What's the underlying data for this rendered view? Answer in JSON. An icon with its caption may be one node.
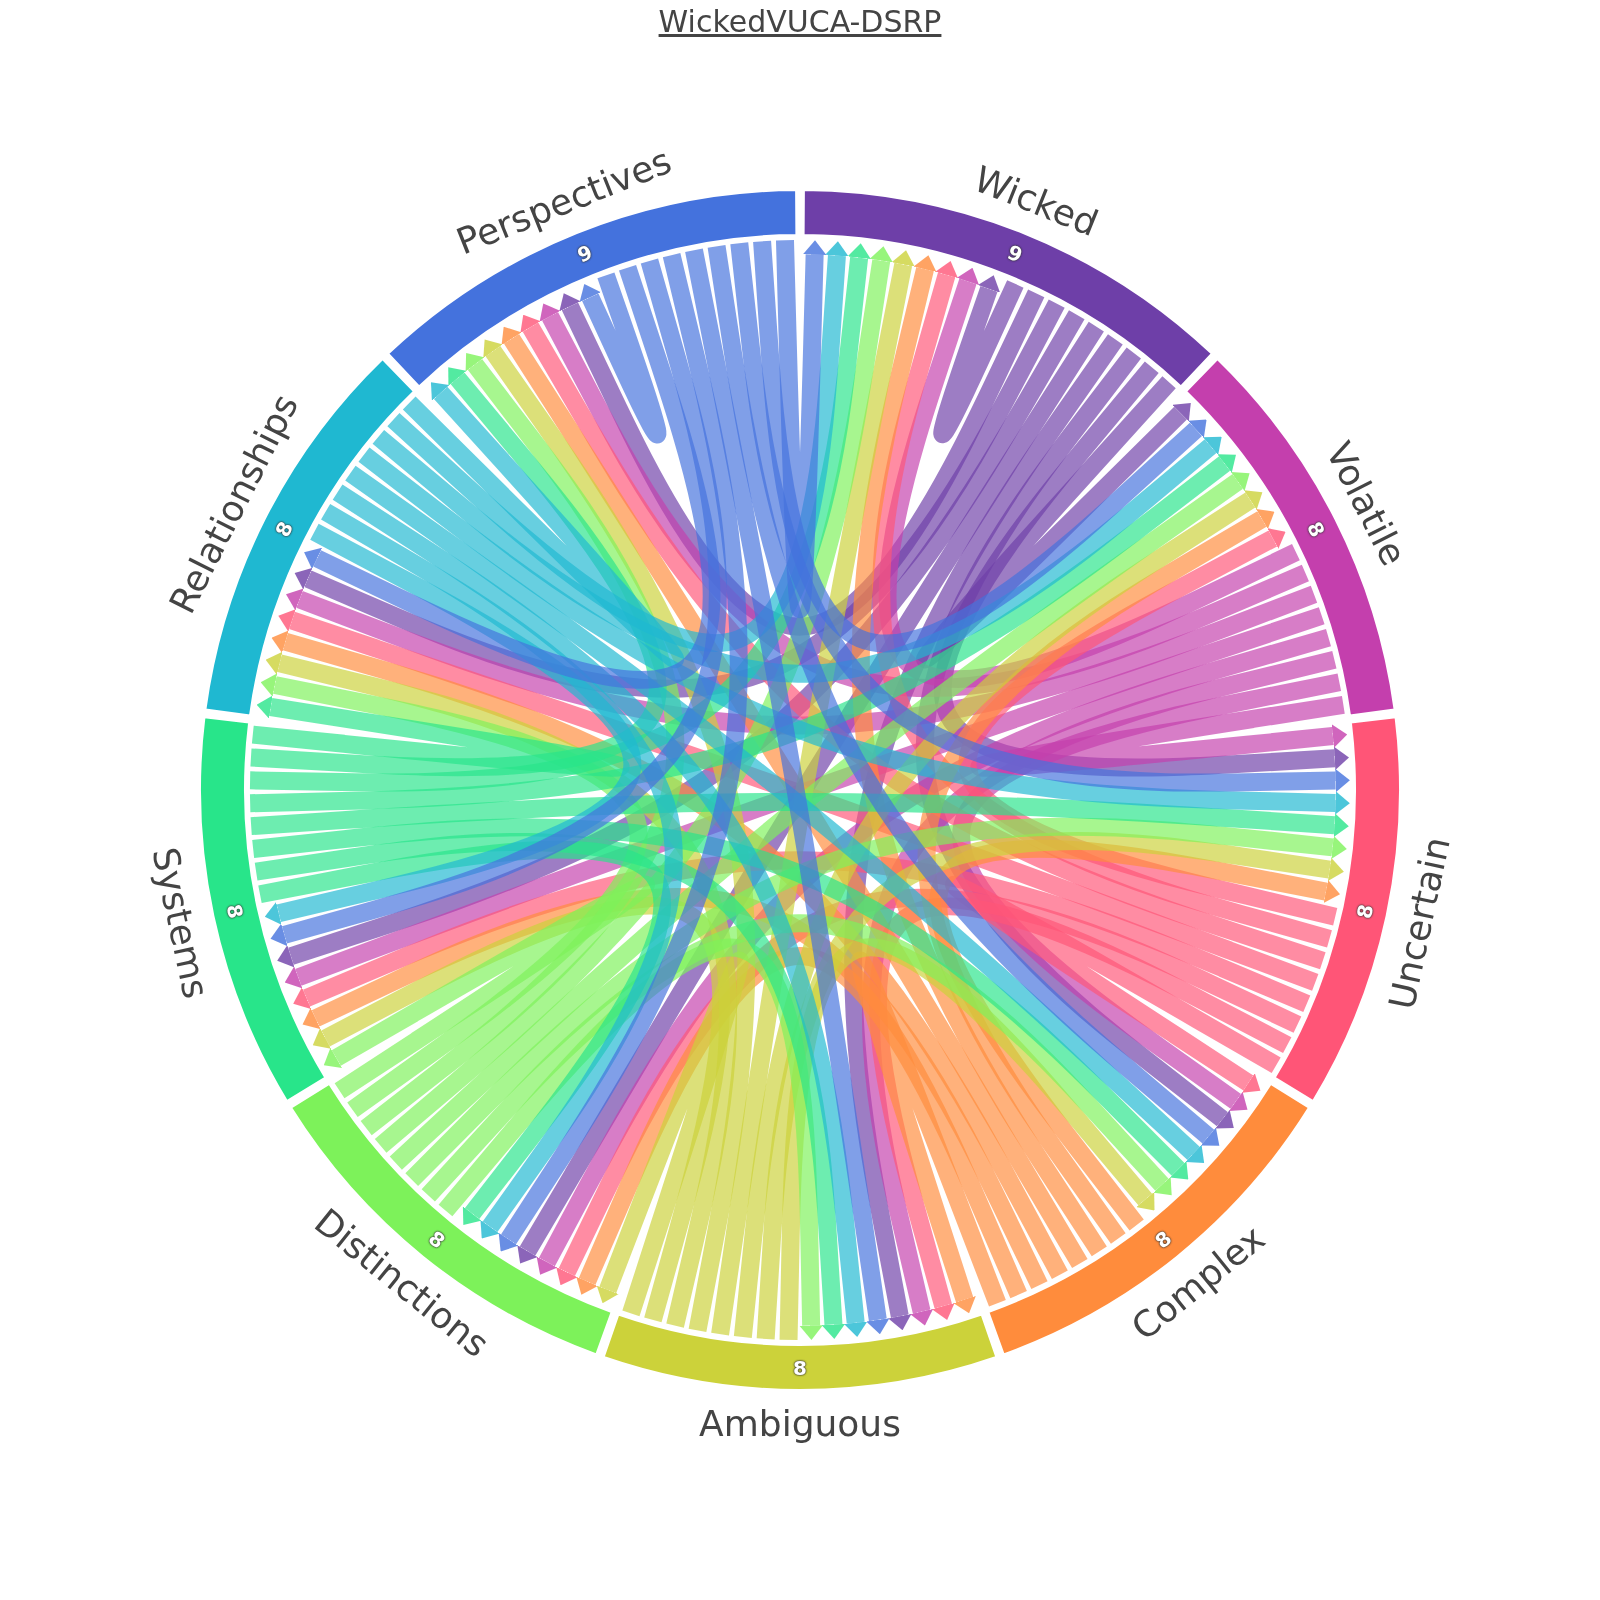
{
  "diagram": {
    "title": "WickedVUCA-DSRP",
    "nodes": [
      {
        "text": [
          "Wicked",
          "9"
        ]
      },
      {
        "text": [
          "Volatile",
          "8"
        ]
      },
      {
        "text": [
          "Uncertain",
          "8"
        ]
      },
      {
        "text": [
          "Complex",
          "8"
        ]
      },
      {
        "text": [
          "8",
          "Ambiguous"
        ]
      },
      {
        "text": [
          "Distinctions",
          "8"
        ]
      },
      {
        "text": [
          "Systems",
          "8"
        ]
      },
      {
        "text": [
          "Relationships",
          "8"
        ]
      },
      {
        "text": [
          "Perspectives",
          "9"
        ]
      }
    ],
    "edges": [
      {
        "from": 0,
        "to": 0,
        "arrow": "to",
        "color": "#6e3fa8"
      },
      {
        "from": 0,
        "to": 1,
        "arrow": "to",
        "color": "#6e3fa8"
      },
      {
        "from": 0,
        "to": 2,
        "arrow": "to",
        "color": "#6e3fa8"
      },
      {
        "from": 0,
        "to": 3,
        "arrow": "to",
        "color": "#6e3fa8"
      },
      {
        "from": 0,
        "to": 4,
        "arrow": "to",
        "color": "#6e3fa8"
      },
      {
        "from": 0,
        "to": 5,
        "arrow": "to",
        "color": "#6e3fa8"
      },
      {
        "from": 0,
        "to": 6,
        "arrow": "to",
        "color": "#6e3fa8"
      },
      {
        "from": 0,
        "to": 7,
        "arrow": "to",
        "color": "#6e3fa8"
      },
      {
        "from": 0,
        "to": 8,
        "arrow": "to",
        "color": "#6e3fa8"
      },
      {
        "from": 1,
        "to": 0,
        "arrow": "to",
        "color": "#c43fad"
      },
      {
        "from": 1,
        "to": 2,
        "arrow": "to",
        "color": "#c43fad"
      },
      {
        "from": 1,
        "to": 3,
        "arrow": "to",
        "color": "#c43fad"
      },
      {
        "from": 1,
        "to": 4,
        "arrow": "to",
        "color": "#c43fad"
      },
      {
        "from": 1,
        "to": 5,
        "arrow": "to",
        "color": "#c43fad"
      },
      {
        "from": 1,
        "to": 6,
        "arrow": "to",
        "color": "#c43fad"
      },
      {
        "from": 1,
        "to": 7,
        "arrow": "to",
        "color": "#c43fad"
      },
      {
        "from": 1,
        "to": 8,
        "arrow": "to",
        "color": "#c43fad"
      },
      {
        "from": 2,
        "to": 0,
        "arrow": "to",
        "color": "#ff5577"
      },
      {
        "from": 2,
        "to": 1,
        "arrow": "to",
        "color": "#ff5577"
      },
      {
        "from": 2,
        "to": 3,
        "arrow": "to",
        "color": "#ff5577"
      },
      {
        "from": 2,
        "to": 4,
        "arrow": "to",
        "color": "#ff5577"
      },
      {
        "from": 2,
        "to": 5,
        "arrow": "to",
        "color": "#ff5577"
      },
      {
        "from": 2,
        "to": 6,
        "arrow": "to",
        "color": "#ff5577"
      },
      {
        "from": 2,
        "to": 7,
        "arrow": "to",
        "color": "#ff5577"
      },
      {
        "from": 2,
        "to": 8,
        "arrow": "to",
        "color": "#ff5577"
      },
      {
        "from": 3,
        "to": 0,
        "arrow": "to",
        "color": "#ff8c3c"
      },
      {
        "from": 3,
        "to": 1,
        "arrow": "to",
        "color": "#ff8c3c"
      },
      {
        "from": 3,
        "to": 2,
        "arrow": "to",
        "color": "#ff8c3c"
      },
      {
        "from": 3,
        "to": 4,
        "arrow": "to",
        "color": "#ff8c3c"
      },
      {
        "from": 3,
        "to": 5,
        "arrow": "to",
        "color": "#ff8c3c"
      },
      {
        "from": 3,
        "to": 6,
        "arrow": "to",
        "color": "#ff8c3c"
      },
      {
        "from": 3,
        "to": 7,
        "arrow": "to",
        "color": "#ff8c3c"
      },
      {
        "from": 3,
        "to": 8,
        "arrow": "to",
        "color": "#ff8c3c"
      },
      {
        "from": 4,
        "to": 0,
        "arrow": "to",
        "color": "#ccd23a"
      },
      {
        "from": 4,
        "to": 1,
        "arrow": "to",
        "color": "#ccd23a"
      },
      {
        "from": 4,
        "to": 2,
        "arrow": "to",
        "color": "#ccd23a"
      },
      {
        "from": 4,
        "to": 3,
        "arrow": "to",
        "color": "#ccd23a"
      },
      {
        "from": 4,
        "to": 5,
        "arrow": "to",
        "color": "#ccd23a"
      },
      {
        "from": 4,
        "to": 6,
        "arrow": "to",
        "color": "#ccd23a"
      },
      {
        "from": 4,
        "to": 7,
        "arrow": "to",
        "color": "#ccd23a"
      },
      {
        "from": 4,
        "to": 8,
        "arrow": "to",
        "color": "#ccd23a"
      },
      {
        "from": 5,
        "to": 0,
        "arrow": "to",
        "color": "#7df25a"
      },
      {
        "from": 5,
        "to": 1,
        "arrow": "to",
        "color": "#7df25a"
      },
      {
        "from": 5,
        "to": 2,
        "arrow": "to",
        "color": "#7df25a"
      },
      {
        "from": 5,
        "to": 3,
        "arrow": "to",
        "color": "#7df25a"
      },
      {
        "from": 5,
        "to": 4,
        "arrow": "to",
        "color": "#7df25a"
      },
      {
        "from": 5,
        "to": 6,
        "arrow": "to",
        "color": "#7df25a"
      },
      {
        "from": 5,
        "to": 7,
        "arrow": "to",
        "color": "#7df25a"
      },
      {
        "from": 5,
        "to": 8,
        "arrow": "to",
        "color": "#7df25a"
      },
      {
        "from": 6,
        "to": 0,
        "arrow": "to",
        "color": "#28e58a"
      },
      {
        "from": 6,
        "to": 1,
        "arrow": "to",
        "color": "#28e58a"
      },
      {
        "from": 6,
        "to": 2,
        "arrow": "to",
        "color": "#28e58a"
      },
      {
        "from": 6,
        "to": 3,
        "arrow": "to",
        "color": "#28e58a"
      },
      {
        "from": 6,
        "to": 4,
        "arrow": "to",
        "color": "#28e58a"
      },
      {
        "from": 6,
        "to": 5,
        "arrow": "to",
        "color": "#28e58a"
      },
      {
        "from": 6,
        "to": 7,
        "arrow": "to",
        "color": "#28e58a"
      },
      {
        "from": 6,
        "to": 8,
        "arrow": "to",
        "color": "#28e58a"
      },
      {
        "from": 7,
        "to": 0,
        "arrow": "to",
        "color": "#1fb8d1"
      },
      {
        "from": 7,
        "to": 1,
        "arrow": "to",
        "color": "#1fb8d1"
      },
      {
        "from": 7,
        "to": 2,
        "arrow": "to",
        "color": "#1fb8d1"
      },
      {
        "from": 7,
        "to": 3,
        "arrow": "to",
        "color": "#1fb8d1"
      },
      {
        "from": 7,
        "to": 4,
        "arrow": "to",
        "color": "#1fb8d1"
      },
      {
        "from": 7,
        "to": 5,
        "arrow": "to",
        "color": "#1fb8d1"
      },
      {
        "from": 7,
        "to": 6,
        "arrow": "to",
        "color": "#1fb8d1"
      },
      {
        "from": 7,
        "to": 8,
        "arrow": "to",
        "color": "#1fb8d1"
      },
      {
        "from": 8,
        "to": 0,
        "arrow": "to",
        "color": "#4472dd"
      },
      {
        "from": 8,
        "to": 1,
        "arrow": "to",
        "color": "#4472dd"
      },
      {
        "from": 8,
        "to": 2,
        "arrow": "to",
        "color": "#4472dd"
      },
      {
        "from": 8,
        "to": 3,
        "arrow": "to",
        "color": "#4472dd"
      },
      {
        "from": 8,
        "to": 4,
        "arrow": "to",
        "color": "#4472dd"
      },
      {
        "from": 8,
        "to": 5,
        "arrow": "to",
        "color": "#4472dd"
      },
      {
        "from": 8,
        "to": 6,
        "arrow": "to",
        "color": "#4472dd"
      },
      {
        "from": 8,
        "to": 7,
        "arrow": "to",
        "color": "#4472dd"
      },
      {
        "from": 8,
        "to": 8,
        "arrow": "to",
        "color": "#4472dd"
      }
    ]
  }
}
